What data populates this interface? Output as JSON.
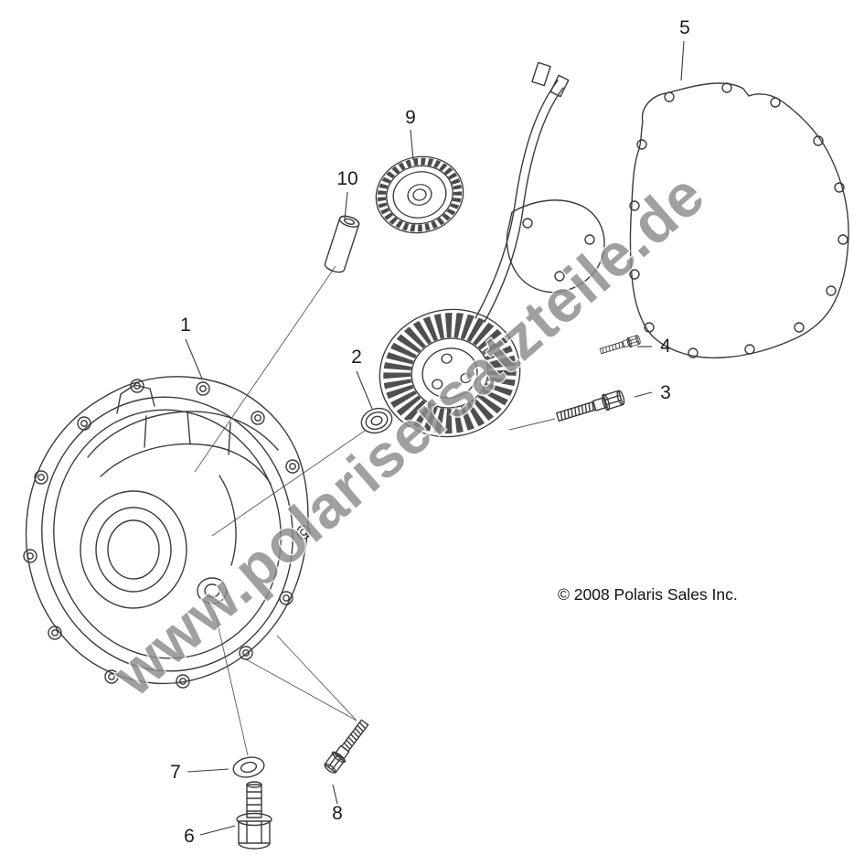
{
  "diagram": {
    "watermark": "www.polarisersatzteile.de",
    "copyright": "© 2008 Polaris Sales Inc.",
    "callouts": [
      {
        "label": "1"
      },
      {
        "label": "2"
      },
      {
        "label": "3"
      },
      {
        "label": "4"
      },
      {
        "label": "5"
      },
      {
        "label": "6"
      },
      {
        "label": "7"
      },
      {
        "label": "8"
      },
      {
        "label": "9"
      },
      {
        "label": "10"
      }
    ],
    "colors": {
      "line": "#3b3b3b",
      "watermark": "#8c8c8c",
      "background": "#ffffff"
    }
  }
}
